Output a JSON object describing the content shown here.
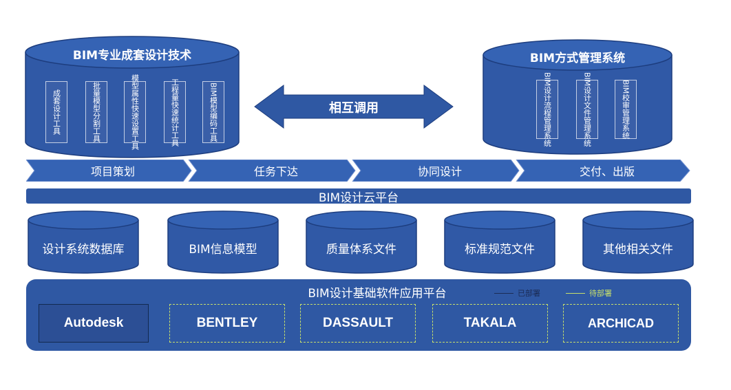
{
  "colors": {
    "main_blue": "#3059a6",
    "dark_outline": "#1a3a78",
    "deployed_line": "#1b2b55",
    "pending_line": "#c8e06a"
  },
  "left_db": {
    "title": "BIM专业成套设计技术",
    "tools": [
      "成套设计工具",
      "批量模型分割工具",
      "模型属性快速设置工具",
      "工程量快速统计工具",
      "BIM模型编码工具"
    ]
  },
  "right_db": {
    "title": "BIM方式管理系统",
    "tools": [
      "BIM设计流程管理系统",
      "BIM设计文件管理系统",
      "BIM校审管理系统"
    ]
  },
  "arrow_label": "相互调用",
  "stages": [
    "项目策划",
    "任务下达",
    "协同设计",
    "交付、出版"
  ],
  "cloud_platform": "BIM设计云平台",
  "databases": [
    "设计系统数据库",
    "BIM信息模型",
    "质量体系文件",
    "标准规范文件",
    "其他相关文件"
  ],
  "base_platform": {
    "title": "BIM设计基础软件应用平台",
    "legend_deployed": "已部署",
    "legend_pending": "待部署",
    "vendors": [
      "Autodesk",
      "BENTLEY",
      "DASSAULT",
      "TAKALA",
      "ARCHICAD"
    ]
  }
}
